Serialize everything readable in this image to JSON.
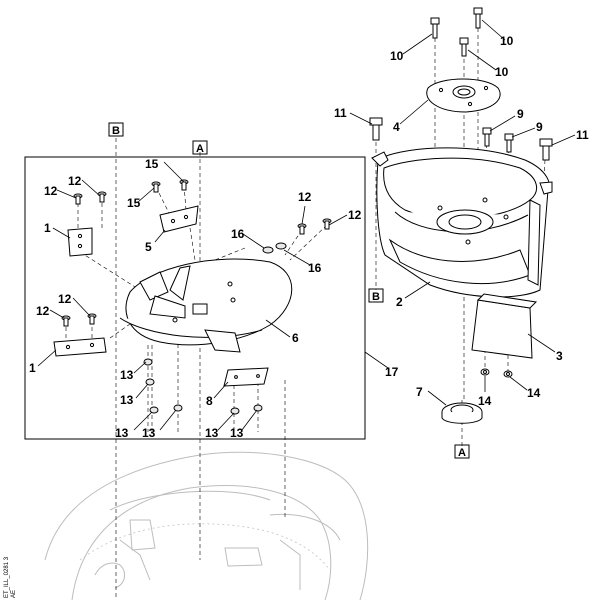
{
  "drawing_code": "ET_ILL_0281 3",
  "drawing_code_suffix": "AE",
  "callouts": {
    "c1a": "1",
    "c1b": "1",
    "c2": "2",
    "c3": "3",
    "c4": "4",
    "c5": "5",
    "c6": "6",
    "c7": "7",
    "c8": "8",
    "c9a": "9",
    "c9b": "9",
    "c10a": "10",
    "c10b": "10",
    "c10c": "10",
    "c11a": "11",
    "c11b": "11",
    "c12a": "12",
    "c12b": "12",
    "c12c": "12",
    "c12d": "12",
    "c12e": "12",
    "c12f": "12",
    "c13a": "13",
    "c13b": "13",
    "c13c": "13",
    "c13d": "13",
    "c13e": "13",
    "c13f": "13",
    "c14a": "14",
    "c14b": "14",
    "c15a": "15",
    "c15b": "15",
    "c16a": "16",
    "c16b": "16",
    "c17": "17"
  },
  "reference_boxes": {
    "A_top": "A",
    "A_bottom": "A",
    "B_top": "B",
    "B_mid": "B"
  }
}
